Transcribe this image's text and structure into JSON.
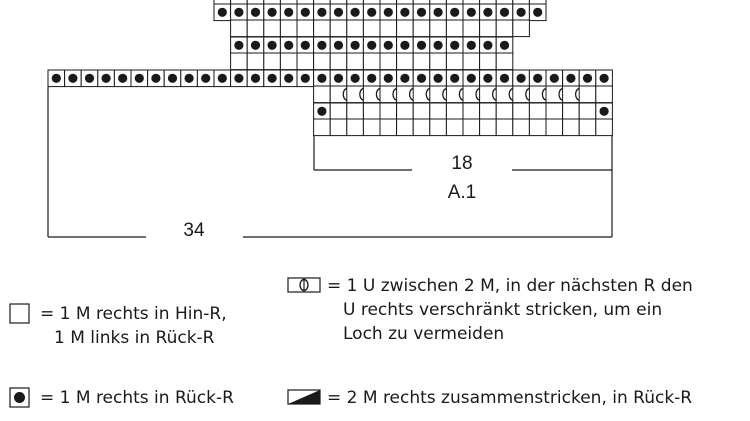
{
  "chart_labels": {
    "width_small": "18",
    "chart_name": "A.1",
    "width_large": "34"
  },
  "legend": {
    "knit": {
      "line1": "= 1 M rechts in Hin-R,",
      "line2": "1 M links in Rück-R"
    },
    "purl_ws": {
      "line1": "= 1 M rechts in Rück-R"
    },
    "yarn_over": {
      "line1": "= 1 U zwischen 2 M, in der nächsten R den",
      "line2": "U rechts verschränkt stricken, um ein",
      "line3": "Loch zu vermeiden"
    },
    "k2tog": {
      "line1": "= 2 M rechts zusammenstricken, in Rück-R"
    }
  },
  "colors": {
    "ink": "#1a1a1a",
    "paper": "#ffffff"
  }
}
